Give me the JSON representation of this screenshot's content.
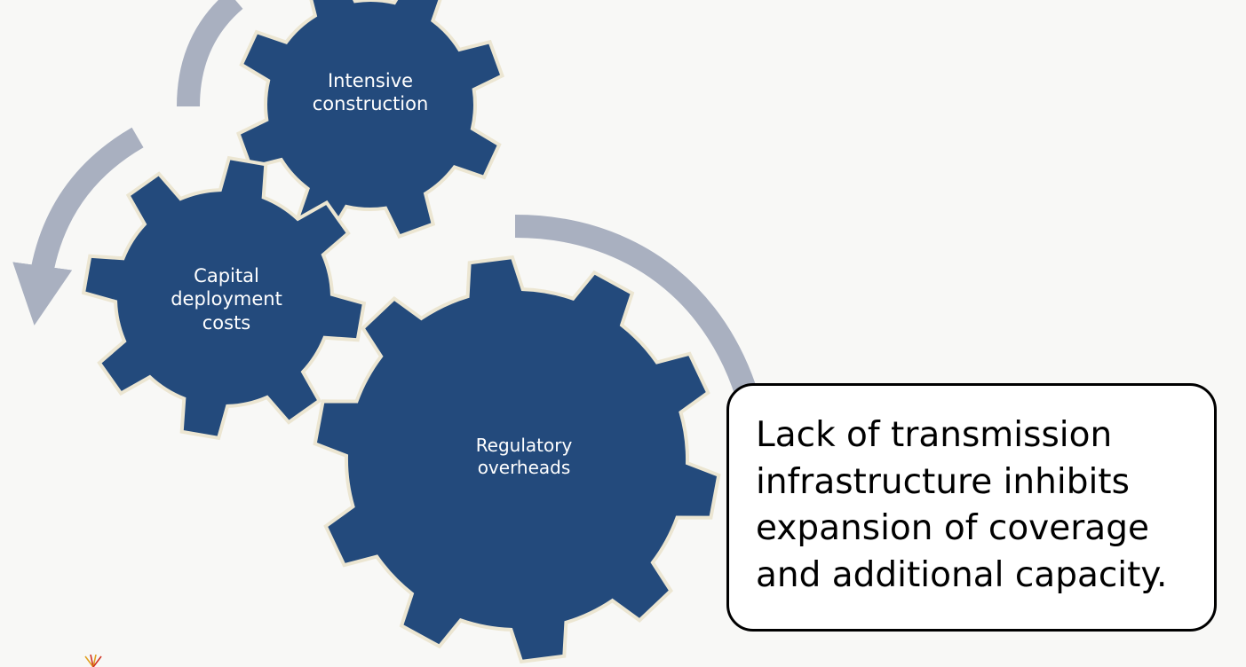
{
  "gears": [
    {
      "id": "intensive",
      "label": "Intensive\nconstruction"
    },
    {
      "id": "capital",
      "label": "Capital\ndeployment\ncosts"
    },
    {
      "id": "regulatory",
      "label": "Regulatory\noverheads"
    }
  ],
  "callout": {
    "text": "Lack of transmission infrastructure inhibits expansion of coverage and additional capacity."
  },
  "colors": {
    "background": "#f8f8f6",
    "gear_fill": "#234a7c",
    "gear_outline": "#ece6d2",
    "arrow": "#a9b0c0",
    "callout_border": "#000000",
    "gear_text": "#ffffff"
  },
  "icons": {
    "corner_logo": "starburst-logo-icon"
  }
}
